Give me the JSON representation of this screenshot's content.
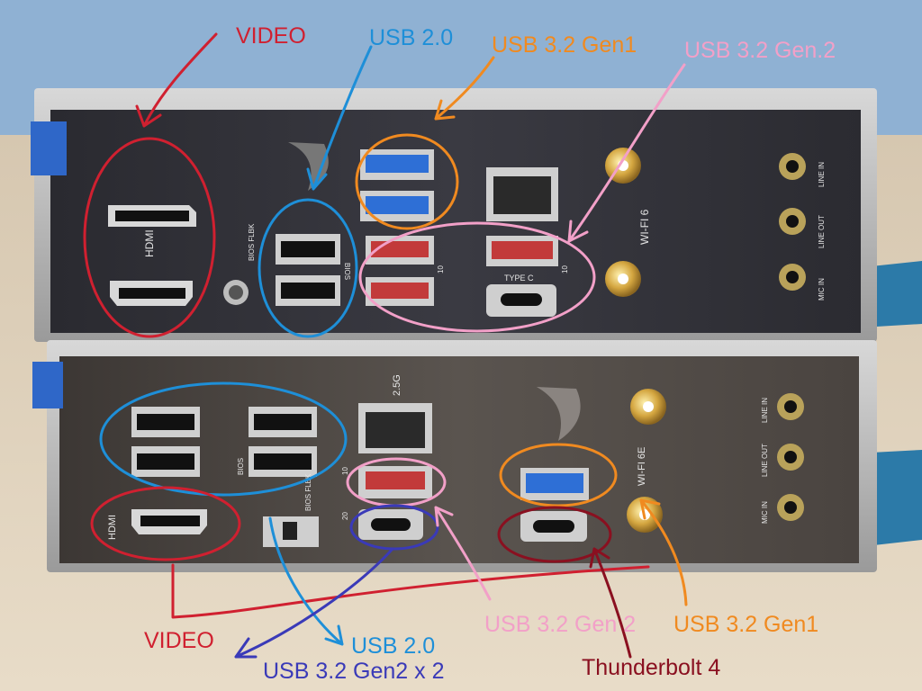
{
  "colors": {
    "red": "#d02030",
    "blue": "#1e8fd8",
    "orange": "#f08a20",
    "pink": "#f2a0c8",
    "purple": "#3a3ab8",
    "maroon": "#8a1020"
  },
  "annotations": {
    "top_video": "VIDEO",
    "top_usb20": "USB 2.0",
    "top_usb32gen1": "USB 3.2 Gen1",
    "top_usb32gen2": "USB 3.2 Gen.2",
    "bottom_video": "VIDEO",
    "bottom_usb20": "USB 2.0",
    "bottom_usb32gen2x2": "USB 3.2 Gen2 x 2",
    "bottom_usb32gen2": "USB 3.2 Gen 2",
    "bottom_usb32gen1": "USB 3.2 Gen1",
    "bottom_thunderbolt": "Thunderbolt 4"
  },
  "panel_labels": {
    "top_hdmi": "HDMI",
    "top_bios": "BIOS",
    "top_bios_flbk": "BIOS FLBK",
    "top_type_c": "TYPE C",
    "top_wifi": "WI-FI 6",
    "top_line_in": "LINE IN",
    "top_line_out": "LINE OUT",
    "top_mic_in": "MIC IN",
    "bottom_hdmi": "HDMI",
    "bottom_bios": "BIOS",
    "bottom_bios_flbk": "BIOS FLBK",
    "bottom_2_5g": "2.5G",
    "bottom_wifi": "WI-FI 6E",
    "bottom_line_in": "LINE IN",
    "bottom_line_out": "LINE OUT",
    "bottom_mic_in": "MIC IN",
    "ss10": "10",
    "ss20": "20"
  }
}
